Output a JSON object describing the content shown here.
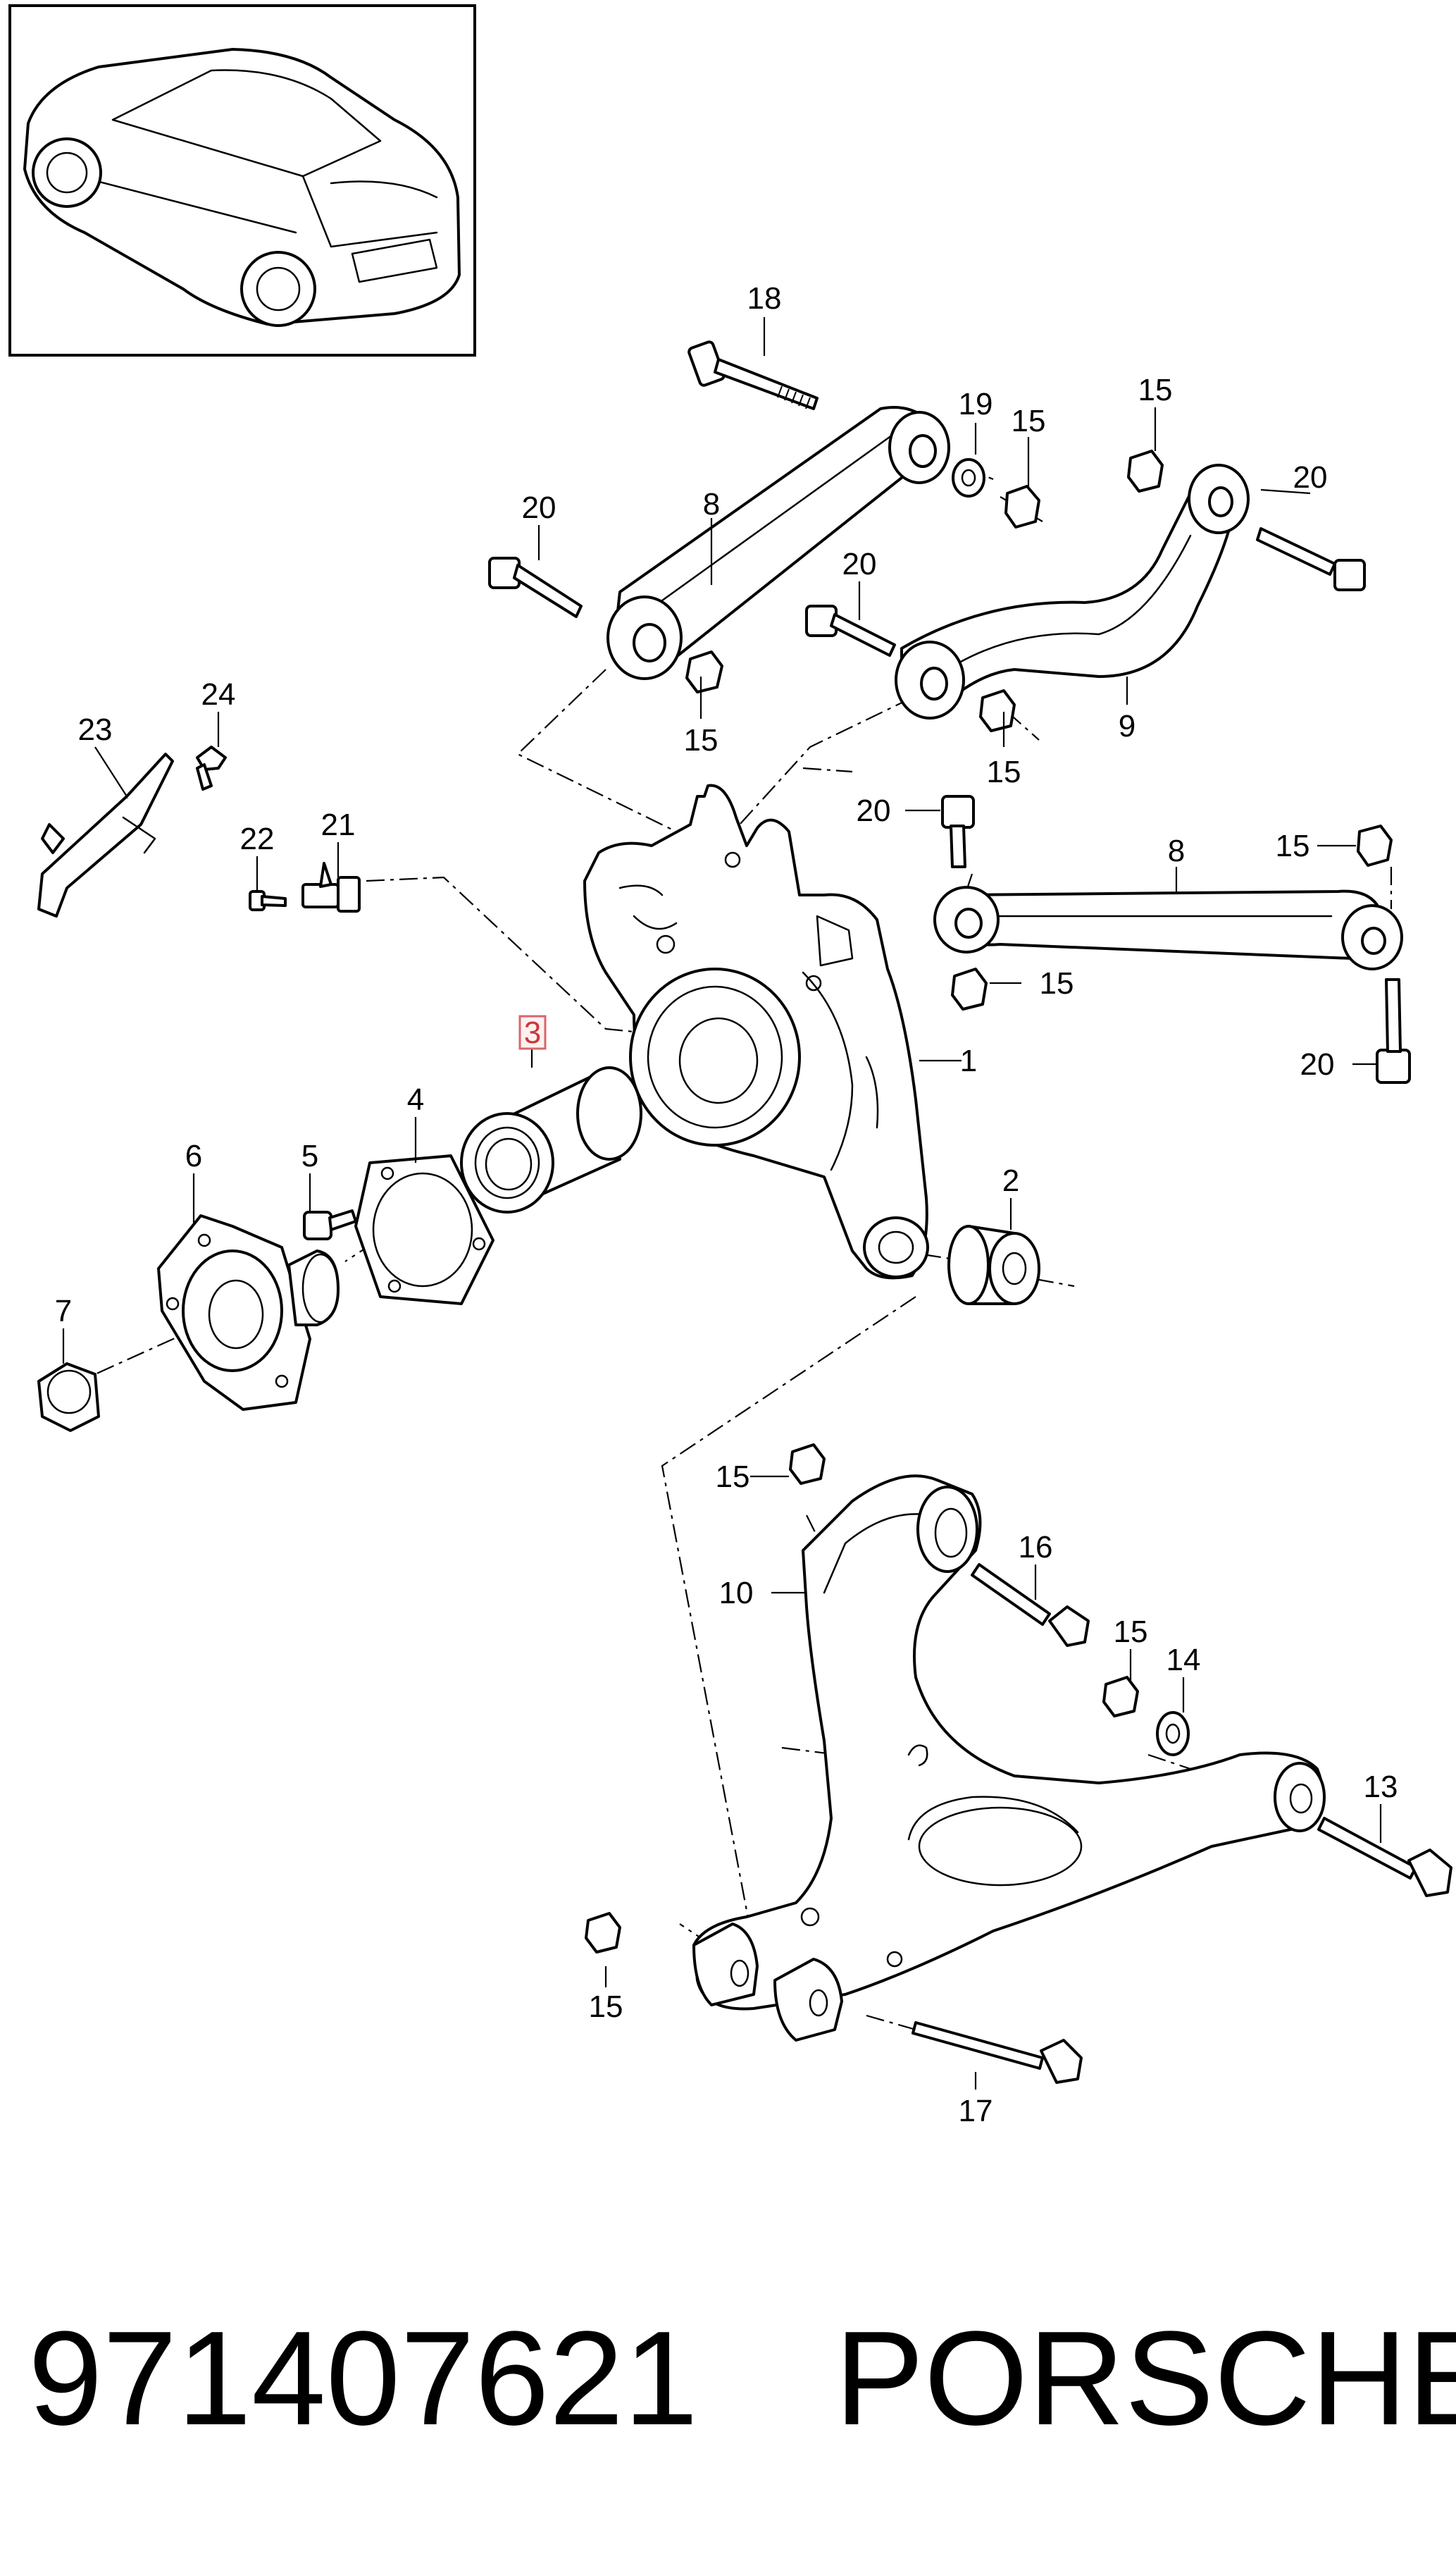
{
  "callouts": {
    "c1": "1",
    "c2": "2",
    "c3": "3",
    "c4": "4",
    "c5": "5",
    "c6": "6",
    "c7": "7",
    "c8a": "8",
    "c8b": "8",
    "c9": "9",
    "c10": "10",
    "c13": "13",
    "c14": "14",
    "c15a": "15",
    "c15b": "15",
    "c15c": "15",
    "c15d": "15",
    "c15e": "15",
    "c15f": "15",
    "c15g": "15",
    "c15h": "15",
    "c15i": "15",
    "c16": "16",
    "c17": "17",
    "c18": "18",
    "c19": "19",
    "c20a": "20",
    "c20b": "20",
    "c20c": "20",
    "c20d": "20",
    "c20e": "20",
    "c21": "21",
    "c22": "22",
    "c23": "23",
    "c24": "24"
  },
  "highlighted_part": "3",
  "footer": {
    "part_number": "971407621",
    "brand": "PORSCHE"
  }
}
